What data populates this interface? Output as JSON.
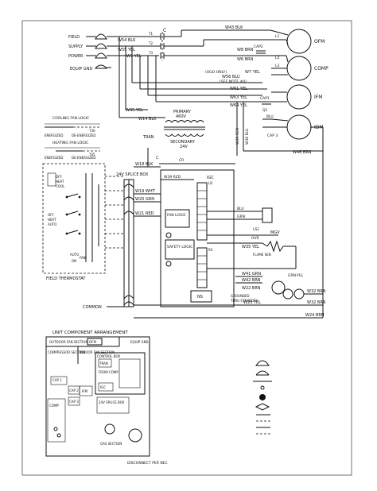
{
  "field_supply": {
    "line1": "FIELD",
    "line2": "SUPPLY",
    "line3": "POWER",
    "ground": "EQUIP GND"
  },
  "wires": {
    "w54": "W54 BLK",
    "w55": "W55 YEL",
    "w43": "W43 BLK",
    "w1_yel": "W1 YEL",
    "w8": "W8 BRN",
    "w6": "W6 BRN",
    "w7": "W7 YEL",
    "w61": "W61 YEL",
    "w56": "W56 BLU",
    "note": "(SEE NOTE #4)",
    "ogo": "(OGO ONLY)",
    "w63": "W63 YEL",
    "w64": "W64 YEL",
    "w35": "W35 YEL",
    "w14": "W14 BLK",
    "w46": "W46 BRN",
    "w39_red": "W39 RED",
    "w38": "W38 BLU",
    "w18": "W18 BLK",
    "w19": "W19 WHT",
    "w20": "W20 GRN",
    "w21": "W21 RED",
    "w39_a": "W39 RED",
    "w35_b": "W35 YEL",
    "w41": "W41 GRN",
    "w42": "W42 BRN",
    "w22": "W22 BRN",
    "w23": "W23 YEL",
    "w32_a": "W32 BRN",
    "w32_b": "W32 BRN",
    "w24": "W24 BRN"
  },
  "labels": {
    "c": "C",
    "ofm": "OFM",
    "comp": "COMP",
    "ifm": "IFM",
    "idm": "IDM",
    "cap1": "CAP1",
    "cap2": "CAP2",
    "cap3": "CAP 3",
    "primary": "PRIMARY",
    "v460": "460V",
    "secondary": "SECONDARY",
    "v24": "24V",
    "tran": "TRAN",
    "splice": "24V SPLICE BOX",
    "igc": "IGC",
    "mgv": "MGV",
    "flame_sen": "FLAME SEN",
    "grounded": "GROUNDED",
    "standoff": "THRU STANDOFF",
    "common": "COMMON",
    "grn_yel": "GRN-YEL",
    "ls": "LS",
    "fan_logic": "FAN LOGIC",
    "safety_logic": "SAFETY LOGIC",
    "rs": "RS",
    "ls1": "LS1",
    "ovr": "OVR",
    "cr": "CR",
    "ns": "NS",
    "ld": "LD",
    "grn": "GRN",
    "blu": "BLU",
    "brn": "BRN",
    "l1": "L1",
    "l2": "L2",
    "l3": "L3",
    "t1": "T1",
    "t2": "T2",
    "t3": "T3",
    "q1": "Q1"
  },
  "thermostat": {
    "cooling": "COOLING FAN LOGIC",
    "heating": "HEATING FAN LOGIC",
    "energized": "ENERGIZED",
    "de_energized": "DE-ENERGIZED",
    "t30": "T30",
    "t45": "T45",
    "off": "OFF",
    "heat": "HEAT",
    "cool": "COOL",
    "auto": "AUTO",
    "fan": "FAN",
    "on": "ON",
    "title": "FIELD THERMOSTAT"
  },
  "arrangement": {
    "title": "UNIT COMPONENT ARRANGEMENT",
    "outdoor": "OUTDOOR FAN SECTION",
    "ofm": "OFM",
    "compressor": "COMPRESSOR SECTION",
    "indoor": "INDOOR FAN SECTION",
    "equip_gnd": "EQUIP GND",
    "ofm2": "OFM",
    "control_box": "CONTROL BOX",
    "tran": "TRAN",
    "from_comp": "FROM COMP",
    "cap1": "CAP 1",
    "cap2": "CAP 2",
    "cap3": "CAP 3",
    "ifm": "IFM",
    "igc": "IGC",
    "comp": "COMP",
    "splice": "24V SPLICE BOX",
    "gas": "GAS SECTION",
    "disconnect": "DISCONNECT PER NEC"
  }
}
